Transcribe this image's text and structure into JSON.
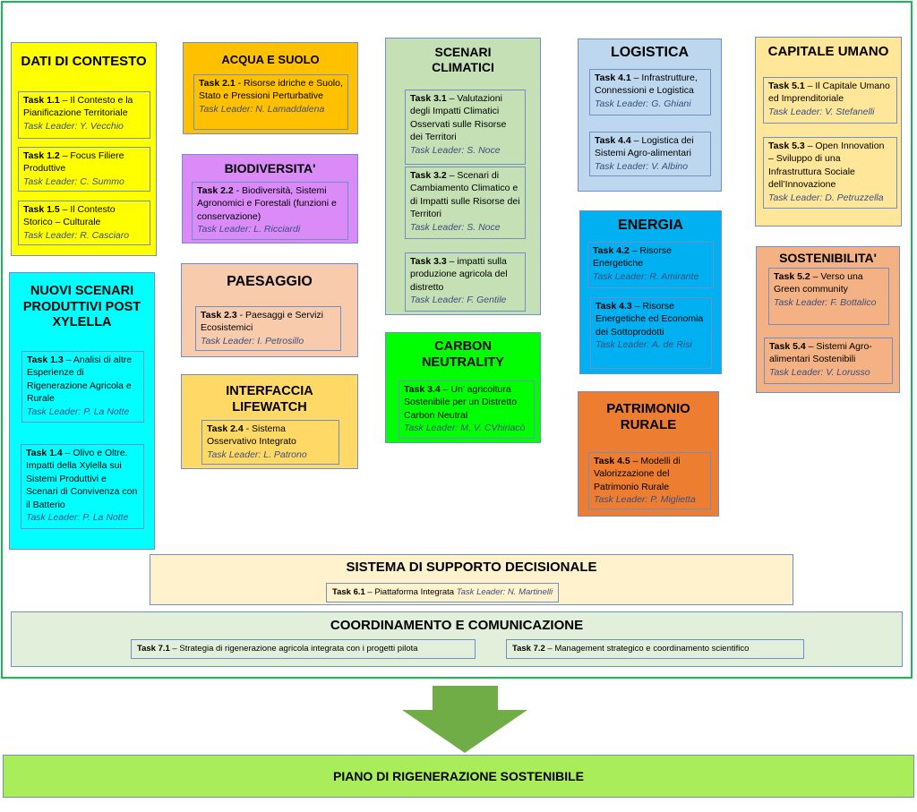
{
  "groups": {
    "dati": {
      "title": "DATI DI CONTESTO",
      "color": "#ffff00",
      "tasks": [
        {
          "id": "Task 1.1",
          "sep": " – ",
          "text": "Il Contesto e la Pianificazione Territoriale",
          "leader": "Task Leader: Y. Vecchio"
        },
        {
          "id": "Task 1.2",
          "sep": " – ",
          "text": "Focus Filiere Produttive",
          "leader": "Task Leader: C. Summo"
        },
        {
          "id": "Task 1.5",
          "sep": " – ",
          "text": "Il Contesto Storico – Culturale",
          "leader": "Task Leader: R. Casciaro"
        }
      ]
    },
    "xylella": {
      "title": "NUOVI SCENARI PRODUTTIVI POST XYLELLA",
      "color": "#00ffff",
      "tasks": [
        {
          "id": "Task 1.3",
          "sep": " – ",
          "text": "Analisi di altre Esperienze di Rigenerazione Agricola e Rurale",
          "leader": "Task Leader: P. La Notte"
        },
        {
          "id": "Task 1.4",
          "sep": " – ",
          "text": "Olivo e Oltre. Impatti della Xylella sui Sistemi Produttivi e Scenari di Convivenza con il Batterio",
          "leader": "Task Leader: P. La Notte"
        }
      ]
    },
    "acqua": {
      "title": "ACQUA E SUOLO",
      "color": "#ffc000",
      "tasks": [
        {
          "id": "Task 2.1",
          "sep": " - ",
          "text": "Risorse idriche e Suolo, Stato e Pressioni Perturbative",
          "leader": "Task Leader: N. Lamaddalena"
        }
      ]
    },
    "biodiversita": {
      "title": "BIODIVERSITA'",
      "color": "#da8bf7",
      "tasks": [
        {
          "id": "Task 2.2",
          "sep": " - ",
          "text": "Biodiversità, Sistemi Agronomici e Forestali (funzioni e conservazione)",
          "leader": "Task Leader: L. Ricciardi"
        }
      ]
    },
    "paesaggio": {
      "title": "PAESAGGIO",
      "color": "#f8cbad",
      "tasks": [
        {
          "id": "Task 2.3",
          "sep": " - ",
          "text": "Paesaggi e Servizi Ecosistemici",
          "leader": "Task Leader: I. Petrosillo"
        }
      ]
    },
    "lifewatch": {
      "title": "INTERFACCIA LIFEWATCH",
      "color": "#ffd966",
      "tasks": [
        {
          "id": "Task 2.4",
          "sep": " - ",
          "text": "Sistema Osservativo Integrato",
          "leader": "Task Leader: L. Patrono"
        }
      ]
    },
    "scenari": {
      "title": "SCENARI CLIMATICI",
      "color": "#c5e0b4",
      "tasks": [
        {
          "id": "Task 3.1",
          "sep": " – ",
          "text": "Valutazioni degli Impatti Climatici Osservati sulle Risorse dei Territori",
          "leader": "Task Leader: S. Noce"
        },
        {
          "id": "Task 3.2",
          "sep": " – ",
          "text": "Scenari di Cambiamento Climatico e di Impatti sulle Risorse dei Territori",
          "leader": "Task Leader: S. Noce"
        },
        {
          "id": "Task 3.3",
          "sep": " – ",
          "text": "impatti sulla produzione agricola del distretto",
          "leader": "Task Leader: F. Gentile"
        }
      ]
    },
    "carbon": {
      "title": "CARBON NEUTRALITY",
      "color": "#00ff00",
      "tasks": [
        {
          "id": "Task 3.4",
          "sep": " – ",
          "text": "Un’ agricoltura Sostenibile per un Distretto Carbon Neutral",
          "leader": "Task Leader: M. V. CVhiriacò"
        }
      ]
    },
    "logistica": {
      "title": "LOGISTICA",
      "color": "#bdd7ee",
      "tasks": [
        {
          "id": "Task 4.1",
          "sep": " – ",
          "text": "Infrastrutture, Connessioni e Logistica",
          "leader": "Task Leader: G. Ghiani"
        },
        {
          "id": "Task 4.4",
          "sep": " – ",
          "text": "Logistica dei Sistemi Agro-alimentari",
          "leader": "Task Leader: V. Albino"
        }
      ]
    },
    "energia": {
      "title": "ENERGIA",
      "color": "#00b0f0",
      "tasks": [
        {
          "id": "Task 4.2",
          "sep": " – ",
          "text": "Risorse Energetiche",
          "leader": "Task Leader: R. Amirante"
        },
        {
          "id": "Task 4.3",
          "sep": " – ",
          "text": "Risorse Energetiche ed Economia dei Sottoprodotti",
          "leader": "Task Leader: A. de Risi"
        }
      ]
    },
    "patrimonio": {
      "title": "PATRIMONIO RURALE",
      "color": "#ed7d31",
      "tasks": [
        {
          "id": "Task 4.5",
          "sep": " – ",
          "text": "Modelli di Valorizzazione del Patrimonio Rurale",
          "leader": "Task Leader: P. Miglietta"
        }
      ]
    },
    "capitale": {
      "title": "CAPITALE UMANO",
      "color": "#ffe699",
      "tasks": [
        {
          "id": "Task 5.1",
          "sep": " – ",
          "text": "Il Capitale Umano ed Imprenditoriale",
          "leader": "Task Leader: V. Stefanelli"
        },
        {
          "id": "Task 5.3",
          "sep": " – ",
          "text": "Open Innovation – Sviluppo di una Infrastruttura Sociale dell’Innovazione",
          "leader": "Task Leader: D. Petruzzella"
        }
      ]
    },
    "sostenibilita": {
      "title": "SOSTENIBILITA'",
      "color": "#f4b183",
      "tasks": [
        {
          "id": "Task 5.2",
          "sep": " – ",
          "text": "Verso una Green community",
          "leader": "Task Leader: F. Bottalico"
        },
        {
          "id": "Task 5.4",
          "sep": " – ",
          "text": "Sistemi Agro-alimentari Sostenibili",
          "leader": "Task Leader: V. Lorusso"
        }
      ]
    }
  },
  "dss": {
    "title": "SISTEMA DI SUPPORTO DECISIONALE",
    "color": "#fff2cc",
    "tasks": [
      {
        "id": "Task 6.1",
        "sep": " – ",
        "text": "Piattaforma Integrata",
        "leader": "Task Leader: N. Martinelli"
      }
    ]
  },
  "coordinamento": {
    "title": "COORDINAMENTO E COMUNICAZIONE",
    "color": "#e2efda",
    "tasks": [
      {
        "id": "Task 7.1",
        "sep": " – ",
        "text": "Strategia di rigenerazione agricola integrata con i progetti pilota"
      },
      {
        "id": "Task 7.2",
        "sep": " – ",
        "text": "Management strategico e coordinamento scientifico"
      }
    ]
  },
  "arrow": {
    "icon": "down-arrow-icon",
    "color": "#70ad47"
  },
  "output": {
    "title": "PIANO DI RIGENERAZIONE SOSTENIBILE",
    "color": "#a9ee5a"
  },
  "frame_color": "#1fb35a"
}
